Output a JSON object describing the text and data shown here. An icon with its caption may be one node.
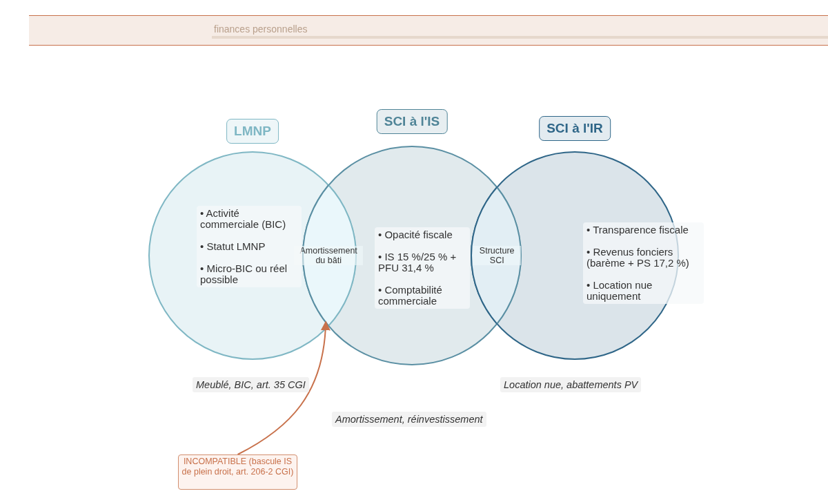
{
  "diagram": {
    "nodes": [
      {
        "text": [
          "LMNP",
          "• Activité commerciale (BIC)",
          "• Statut LMNP",
          "• Micro-BIC ou réel possible"
        ]
      },
      {
        "text": [
          "SCI à l'IS",
          "• Opacité fiscale",
          "• IS 15 %/25 % + PFU 31,4 %",
          "• Comptabilité commerciale"
        ]
      },
      {
        "text": [
          "SCI à l'IR",
          "• Transparence fiscale",
          "• Revenus fonciers (barème + PS 17,2 %)",
          "• Location nue uniquement"
        ]
      },
      {
        "text": [
          "Amortissement du bâti"
        ]
      },
      {
        "text": [
          "Structure SCI"
        ]
      },
      {
        "text": [
          "INCOMPATIBLE (bascule IS de plein droit, art. 206-2 CGI)"
        ]
      }
    ],
    "edges": [
      {
        "from": 5,
        "to": 3,
        "arrow": "to"
      }
    ],
    "labels": [
      "finances personnelles",
      "Meublé, BIC, art. 35 CGI",
      "Location nue, abattements PV",
      "Amortissement, réinvestissement"
    ]
  }
}
